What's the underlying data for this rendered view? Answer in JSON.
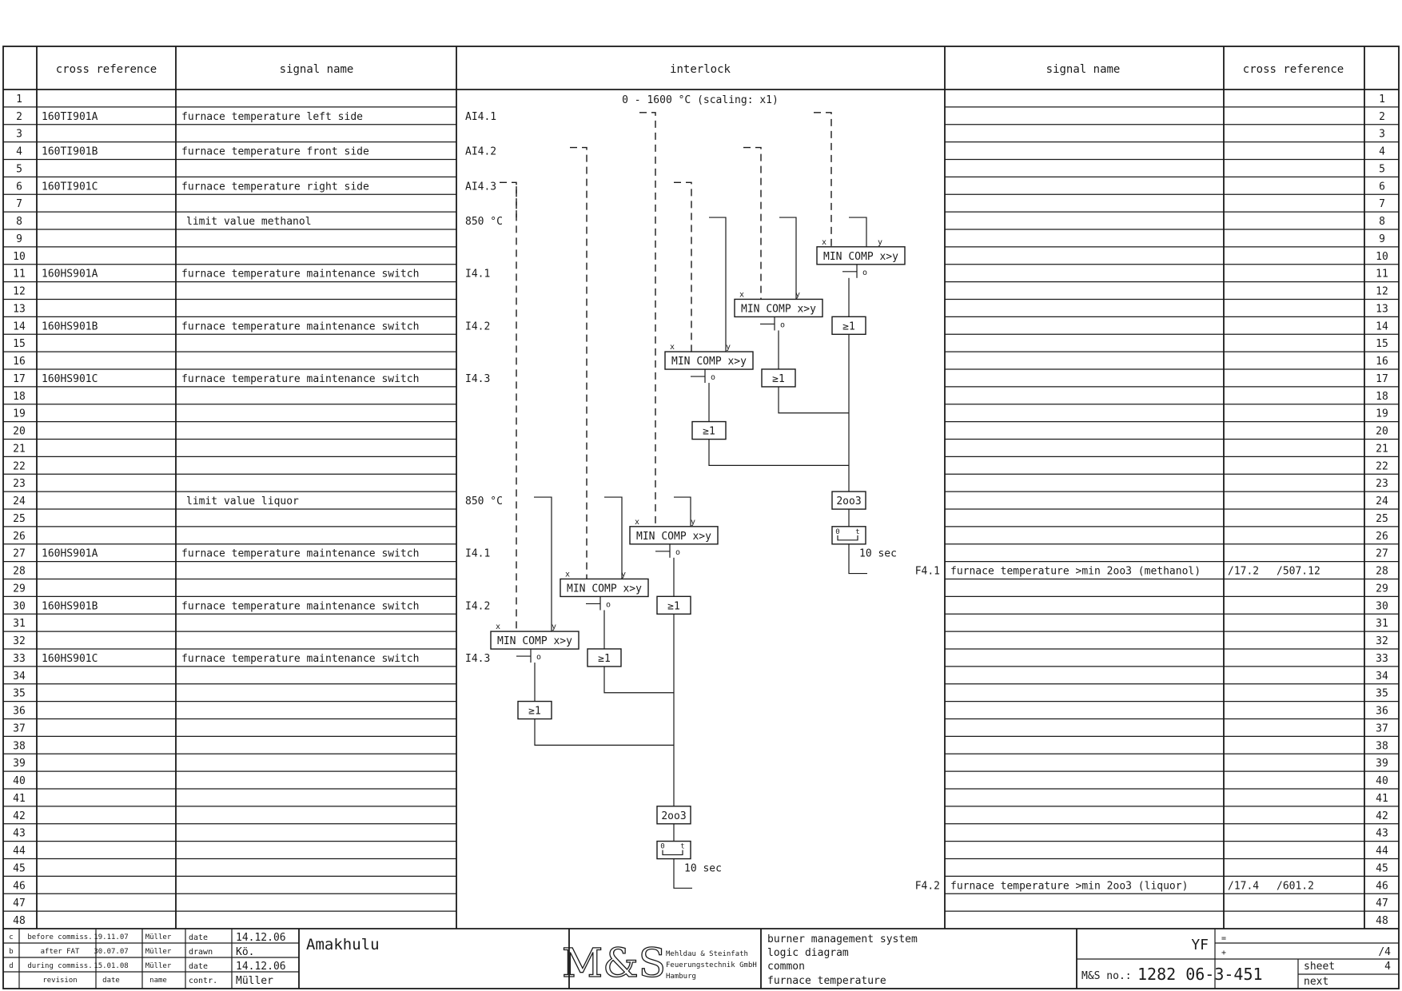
{
  "header": {
    "cross_reference_left": "cross reference",
    "signal_name_left": "signal name",
    "interlock": "interlock",
    "signal_name_right": "signal name",
    "cross_reference_right": "cross reference"
  },
  "row_count": 48,
  "rows_left": [
    {
      "row": 2,
      "ref": "160TI901A",
      "signal": "furnace temperature left side",
      "io": "AI4.1"
    },
    {
      "row": 4,
      "ref": "160TI901B",
      "signal": "furnace temperature front side",
      "io": "AI4.2"
    },
    {
      "row": 6,
      "ref": "160TI901C",
      "signal": "furnace temperature right side",
      "io": "AI4.3"
    },
    {
      "row": 8,
      "ref": "",
      "signal": "limit value methanol",
      "io": "850 °C"
    },
    {
      "row": 11,
      "ref": "160HS901A",
      "signal": "furnace temperature maintenance switch",
      "io": "I4.1"
    },
    {
      "row": 14,
      "ref": "160HS901B",
      "signal": "furnace temperature maintenance switch",
      "io": "I4.2"
    },
    {
      "row": 17,
      "ref": "160HS901C",
      "signal": "furnace temperature maintenance switch",
      "io": "I4.3"
    },
    {
      "row": 24,
      "ref": "",
      "signal": "limit value liquor",
      "io": "850 °C"
    },
    {
      "row": 27,
      "ref": "160HS901A",
      "signal": "furnace temperature maintenance switch",
      "io": "I4.1"
    },
    {
      "row": 30,
      "ref": "160HS901B",
      "signal": "furnace temperature maintenance switch",
      "io": "I4.2"
    },
    {
      "row": 33,
      "ref": "160HS901C",
      "signal": "furnace temperature maintenance switch",
      "io": "I4.3"
    }
  ],
  "rows_right": [
    {
      "row": 28,
      "address": "F4.1",
      "signal": "furnace temperature >min 2oo3 (methanol)",
      "ref1": "/17.2",
      "ref2": "/507.12"
    },
    {
      "row": 46,
      "address": "F4.2",
      "signal": "furnace temperature >min 2oo3 (liquor)",
      "ref1": "/17.4",
      "ref2": "/601.2"
    }
  ],
  "diagram": {
    "scaling_note": "0 - 1600 °C (scaling: x1)",
    "comparator_label": "MIN COMP x>y",
    "x_label": "x",
    "y_label": "y",
    "out_label": "o",
    "or_label": "≥1",
    "vote_label": "2oo3",
    "delay_label": "10 sec",
    "timer_zero": "0",
    "timer_t": "t"
  },
  "title_block": {
    "revisions": [
      {
        "index": "c",
        "text": "before commiss.",
        "date": "19.11.07",
        "name": "Müller"
      },
      {
        "index": "b",
        "text": "after FAT",
        "date": "30.07.07",
        "name": "Müller"
      },
      {
        "index": "d",
        "text": "during commiss.",
        "date": "15.01.08",
        "name": "Müller"
      }
    ],
    "col_revision": "revision",
    "col_date": "date",
    "col_name": "name",
    "sign_labels": [
      "date",
      "drawn",
      "date",
      "contr."
    ],
    "sign_values": [
      "14.12.06",
      "Kö.",
      "14.12.06",
      "Müller"
    ],
    "project": "Amakhulu",
    "logo_text": "M&S",
    "company": [
      "Mehldau & Steinfath",
      "Feuerungstechnik GmbH",
      "Hamburg"
    ],
    "description": [
      "burner management system",
      "logic diagram",
      "common",
      "furnace temperature"
    ],
    "yf": "YF",
    "eq": "=",
    "plus": "+",
    "sheet_ref": "/4",
    "ms_label": "M&S no.:",
    "ms_number": "1282 06-3-451",
    "sheet_label": "sheet",
    "sheet_value": "4",
    "next_label": "next"
  }
}
